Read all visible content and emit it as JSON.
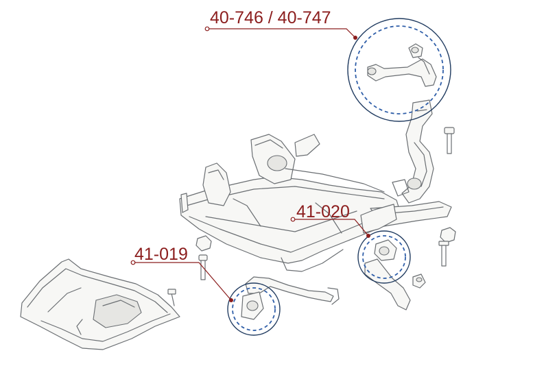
{
  "diagram": {
    "colors": {
      "label": "#8b1d1d",
      "leader": "#8b1d1d",
      "callout_ring": "#1f3a5f",
      "callout_dash": "#2f5ea8",
      "drawing_line": "#6a6e72"
    },
    "callouts": [
      {
        "id": "upper-arm",
        "part_number": "40-746 / 40-747"
      },
      {
        "id": "right-bushing",
        "part_number": "41-020"
      },
      {
        "id": "left-bushing",
        "part_number": "41-019"
      }
    ]
  }
}
